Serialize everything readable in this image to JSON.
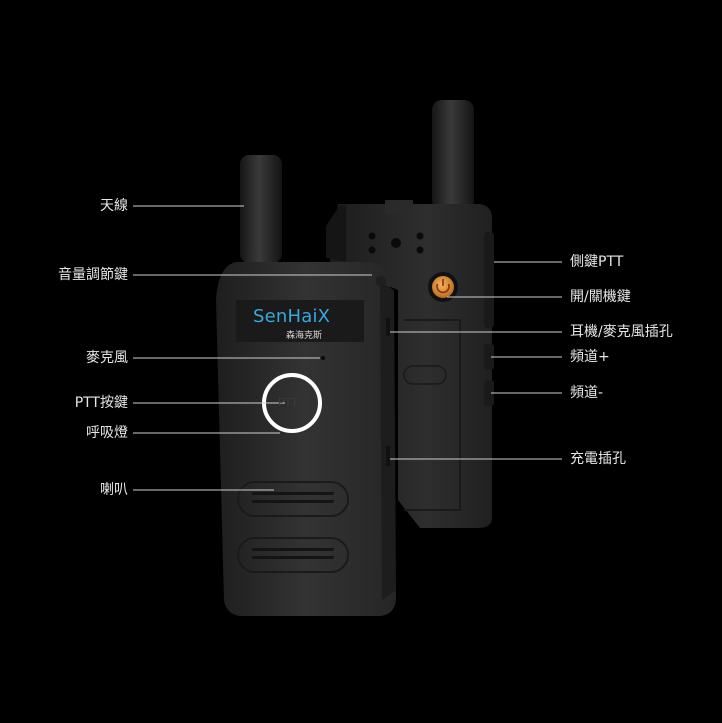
{
  "device": {
    "brand": "SenHaiX",
    "brand_sub": "森海克斯",
    "ptt_mark": "PTT"
  },
  "labels_left": [
    {
      "id": "antenna",
      "text": "天線"
    },
    {
      "id": "volume",
      "text": "音量調節鍵"
    },
    {
      "id": "microphone",
      "text": "麥克風"
    },
    {
      "id": "ptt",
      "text": "PTT按鍵"
    },
    {
      "id": "breathing-light",
      "text": "呼吸燈"
    },
    {
      "id": "speaker",
      "text": "喇叭"
    }
  ],
  "labels_right": [
    {
      "id": "side-ptt",
      "text": "側鍵PTT"
    },
    {
      "id": "power",
      "text": "開/關機鍵"
    },
    {
      "id": "earphone-jack",
      "text": "耳機/麥克風插孔"
    },
    {
      "id": "channel-up",
      "text": "頻道+"
    },
    {
      "id": "channel-down",
      "text": "頻道-"
    },
    {
      "id": "charging-port",
      "text": "充電插孔"
    }
  ],
  "colors": {
    "background": "#000000",
    "body": "#2b2b2b",
    "accent_blue": "#36a8e0",
    "power_button": "#e7903a",
    "ring": "#ffffff"
  }
}
